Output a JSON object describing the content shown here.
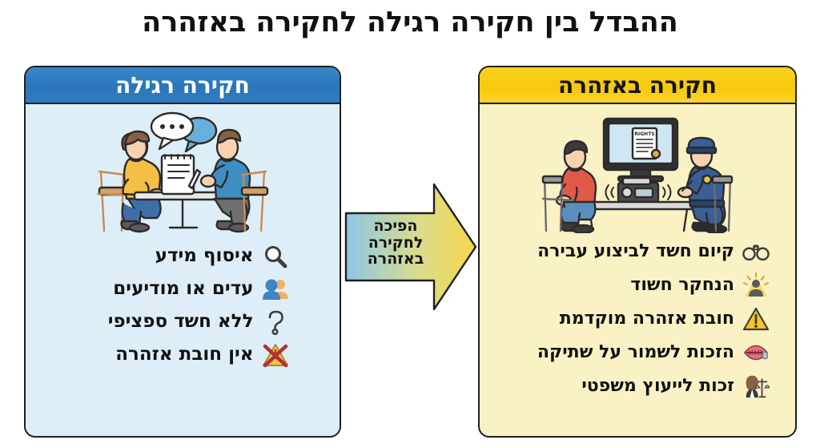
{
  "title": "ההבדל בין חקירה רגילה לחקירה באזהרה",
  "left_panel": {
    "header": "חקירה רגילה",
    "header_color": "#2d7cc0",
    "body_color": "#ddeef8",
    "illustration_name": "two-people-interview-illustration",
    "items": [
      {
        "icon": "magnifier-icon",
        "text": "איסוף מידע"
      },
      {
        "icon": "two-people-icon",
        "text": "עדים או מודיעים"
      },
      {
        "icon": "question-mark-icon",
        "text": "ללא חשד ספציפי"
      },
      {
        "icon": "crossed-out-warning-icon",
        "text": "אין חובת אזהרה"
      }
    ]
  },
  "arrow": {
    "lines": [
      "הפיכה",
      "לחקירה",
      "באזהרה"
    ],
    "gradient_from": "#8ec6e6",
    "gradient_to": "#f6d64a"
  },
  "right_panel": {
    "header": "חקירה באזהרה",
    "header_color": "#f9cf17",
    "body_color": "#faf1c4",
    "illustration_name": "police-interrogation-illustration",
    "illustration_screen_label": "RIGHTS",
    "items": [
      {
        "icon": "handcuffs-icon",
        "text": "קיום חשד לביצוע עבירה"
      },
      {
        "icon": "spotlight-suspect-icon",
        "text": "הנחקר חשוד"
      },
      {
        "icon": "warning-triangle-icon",
        "text": "חובת אזהרה מוקדמת"
      },
      {
        "icon": "zipped-lips-icon",
        "text": "הזכות לשמור על שתיקה"
      },
      {
        "icon": "lawyer-scales-icon",
        "text": "זכות לייעוץ משפטי"
      }
    ]
  }
}
